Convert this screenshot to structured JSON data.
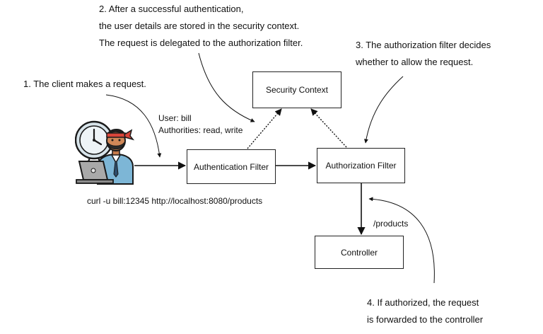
{
  "annotations": {
    "step1": "1. The client makes a request.",
    "step2": [
      "2. After a successful authentication,",
      "the user details are stored in the security context.",
      "The request is delegated to the authorization filter."
    ],
    "step3": [
      "3. The authorization filter decides",
      "whether to allow the request."
    ],
    "step4": [
      "4. If authorized, the request",
      "is forwarded to the controller"
    ]
  },
  "user_details": {
    "user": "User: bill",
    "authorities": "Authorities: read, write"
  },
  "request_command": "curl -u bill:12345 http://localhost:8080/products",
  "nodes": {
    "security_context": "Security Context",
    "authentication_filter": "Authentication Filter",
    "authorization_filter": "Authorization Filter",
    "controller": "Controller"
  },
  "edge_labels": {
    "products": "/products"
  },
  "icons": {
    "client": "developer-at-laptop-icon",
    "clock": "clock-icon"
  }
}
